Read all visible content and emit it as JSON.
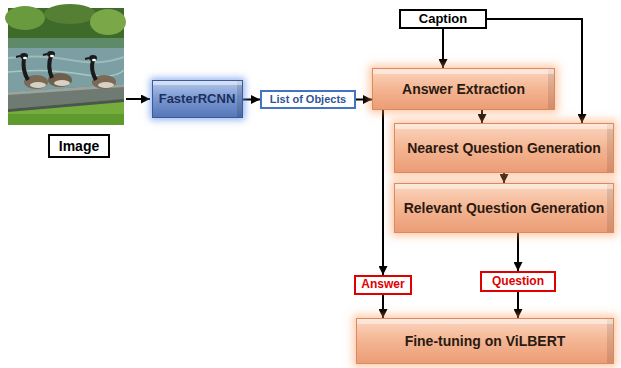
{
  "diagram": {
    "nodes": [
      {
        "text": [
          "Image"
        ]
      },
      {
        "text": [
          "FasterRCNN"
        ]
      },
      {
        "text": [
          "List of Objects"
        ]
      },
      {
        "text": [
          "Caption"
        ]
      },
      {
        "text": [
          "Answer Extraction"
        ]
      },
      {
        "text": [
          "Nearest Question Generation"
        ]
      },
      {
        "text": [
          "Relevant Question Generation"
        ]
      },
      {
        "text": [
          "Answer"
        ]
      },
      {
        "text": [
          "Question"
        ]
      },
      {
        "text": [
          "Fine-tuning on ViLBERT"
        ]
      }
    ],
    "edges": [
      {
        "from": 1,
        "to": 2,
        "arrow": "to"
      },
      {
        "from": 2,
        "to": 4,
        "arrow": "to"
      },
      {
        "from": 3,
        "to": 4,
        "arrow": "to"
      },
      {
        "from": 3,
        "to": 5,
        "arrow": "to"
      },
      {
        "from": 4,
        "to": 5,
        "arrow": "to"
      },
      {
        "from": 5,
        "to": 6,
        "arrow": "to"
      },
      {
        "from": 4,
        "to": 7,
        "arrow": "to"
      },
      {
        "from": 6,
        "to": 8,
        "arrow": "to"
      },
      {
        "from": 7,
        "to": 9,
        "arrow": "to"
      },
      {
        "from": 8,
        "to": 9,
        "arrow": "to"
      }
    ]
  }
}
